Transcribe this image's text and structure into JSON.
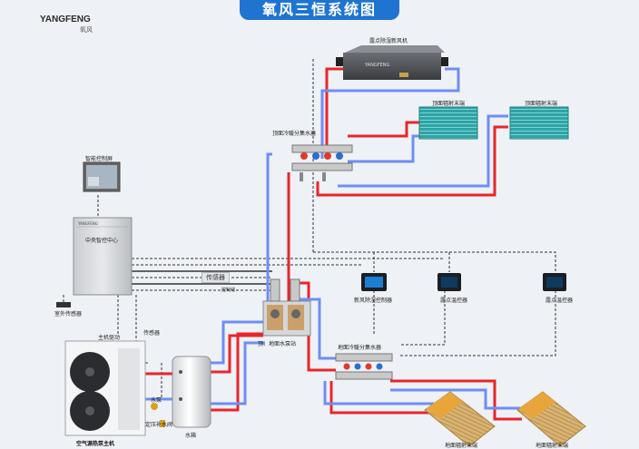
{
  "title": "氧风三恒系统图",
  "brand": {
    "name": "YANGFENG",
    "sub": "氧风"
  },
  "labels": {
    "hrv_unit": "露点除湿新风机",
    "ceiling_radiant_1": "顶面辐射末端",
    "ceiling_radiant_2": "顶面辐射末端",
    "ceiling_manifold": "顶面冷暖分集水器",
    "smart_panel": "智能控制屏",
    "central_control": "中央智控中心",
    "outdoor_sensor": "室外传感器",
    "sensor_tab": "传感器",
    "control_line": "控制线",
    "main_control": "主机驱动",
    "sensor_left": "传感器",
    "pump_station": "顶、地面水泵站",
    "floor_manifold": "地面冷暖分集水器",
    "hrv_controller": "新风除湿控制器",
    "dew_controller_1": "露点温控器",
    "dew_controller_2": "露点温控器",
    "heat_pump": "空气源热泵主机",
    "water_tank": "水箱",
    "water_pump": "水泵",
    "pressure_pump": "定压补水阀",
    "floor_radiant_1": "地面辐射末端",
    "floor_radiant_2": "地面辐射末端",
    "device_brand": "YANGFENG",
    "box_brand": "YANGFENG"
  },
  "colors": {
    "title_bg": "#1f74d2",
    "hot_pipe": "#e8262b",
    "cold_pipe": "#6d8ef5",
    "signal_line": "#333333",
    "radiant_panel": "#2aa7a8"
  }
}
